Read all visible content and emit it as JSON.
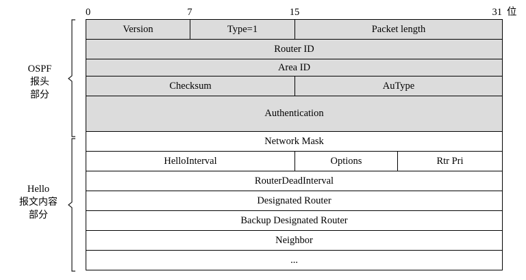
{
  "figure": {
    "title": "OSPF Hello packet format diagram",
    "bit_ruler": {
      "ticks": [
        "0",
        "7",
        "15",
        "31"
      ],
      "unit_label": "位"
    },
    "sections": [
      {
        "id": "ospf-header",
        "label_lines": [
          "OSPF",
          "报头",
          "部分"
        ],
        "shaded": true,
        "fill_color": "#dcdcdc"
      },
      {
        "id": "hello-body",
        "label_lines": [
          "Hello",
          "报文内容",
          "部分"
        ],
        "shaded": false,
        "fill_color": "#ffffff"
      }
    ],
    "rows": [
      {
        "section": "ospf-header",
        "cells": [
          {
            "text": "Version",
            "bits": "0-7"
          },
          {
            "text": "Type=1",
            "bits": "8-15"
          },
          {
            "text": "Packet length",
            "bits": "16-31"
          }
        ]
      },
      {
        "section": "ospf-header",
        "cells": [
          {
            "text": "Router ID",
            "bits": "0-31"
          }
        ]
      },
      {
        "section": "ospf-header",
        "cells": [
          {
            "text": "Area ID",
            "bits": "0-31"
          }
        ]
      },
      {
        "section": "ospf-header",
        "cells": [
          {
            "text": "Checksum",
            "bits": "0-15"
          },
          {
            "text": "AuType",
            "bits": "16-31"
          }
        ]
      },
      {
        "section": "ospf-header",
        "cells": [
          {
            "text": "Authentication",
            "bits": "0-31"
          }
        ]
      },
      {
        "section": "hello-body",
        "cells": [
          {
            "text": "Network Mask",
            "bits": "0-31"
          }
        ]
      },
      {
        "section": "hello-body",
        "cells": [
          {
            "text": "HelloInterval",
            "bits": "0-15"
          },
          {
            "text": "Options",
            "bits": "16-23"
          },
          {
            "text": "Rtr Pri",
            "bits": "24-31"
          }
        ]
      },
      {
        "section": "hello-body",
        "cells": [
          {
            "text": "RouterDeadInterval",
            "bits": "0-31"
          }
        ]
      },
      {
        "section": "hello-body",
        "cells": [
          {
            "text": "Designated Router",
            "bits": "0-31"
          }
        ]
      },
      {
        "section": "hello-body",
        "cells": [
          {
            "text": "Backup Designated  Router",
            "bits": "0-31"
          }
        ]
      },
      {
        "section": "hello-body",
        "cells": [
          {
            "text": "Neighbor",
            "bits": "0-31"
          }
        ]
      },
      {
        "section": "hello-body",
        "cells": [
          {
            "text": "...",
            "bits": "0-31"
          }
        ]
      }
    ],
    "colors": {
      "header_fill": "#dcdcdc",
      "body_fill": "#ffffff",
      "line": "#000000",
      "text": "#000000"
    }
  }
}
